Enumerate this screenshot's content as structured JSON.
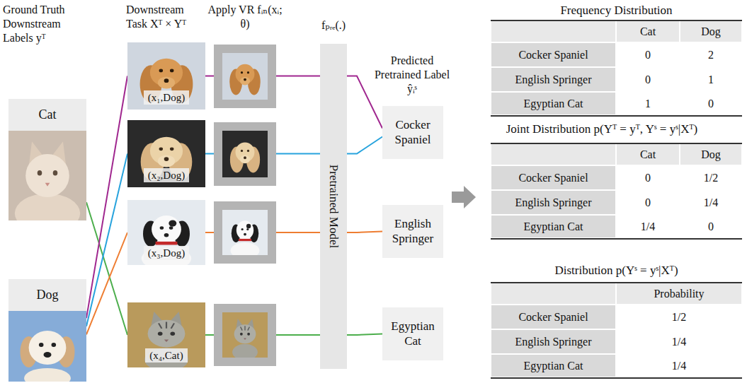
{
  "diagram": {
    "nodes": [
      {
        "text": [
          "Cat"
        ]
      },
      {
        "text": [
          "Dog"
        ]
      },
      {
        "text": [
          "(x₁,Dog)"
        ]
      },
      {
        "text": [
          "(x₂,Dog)"
        ]
      },
      {
        "text": [
          "(x₃,Dog)"
        ]
      },
      {
        "text": [
          "(x₄,Cat)"
        ]
      },
      {
        "text": [
          "Pretrained Model"
        ]
      },
      {
        "text": [
          "Cocker Spaniel"
        ]
      },
      {
        "text": [
          "English Springer"
        ]
      },
      {
        "text": [
          "Egyptian Cat"
        ]
      }
    ],
    "edges": [
      {
        "from": 0,
        "to": 5,
        "arrow": "none"
      },
      {
        "from": 1,
        "to": 2,
        "arrow": "none"
      },
      {
        "from": 1,
        "to": 3,
        "arrow": "none"
      },
      {
        "from": 1,
        "to": 4,
        "arrow": "none"
      },
      {
        "from": 2,
        "to": 7,
        "arrow": "none"
      },
      {
        "from": 3,
        "to": 7,
        "arrow": "none"
      },
      {
        "from": 4,
        "to": 8,
        "arrow": "none"
      },
      {
        "from": 5,
        "to": 9,
        "arrow": "none"
      }
    ],
    "labels": [
      "Ground Truth Downstream Labels yᵀ",
      "Downstream Task Xᵀ × Yᵀ",
      "Apply VR fᵢₙ(xᵢ; θ)",
      "fₚᵣₑ(.)",
      "Predicted Pretrained Label ŷᵢˢ",
      "Frequency Distribution",
      "Cat",
      "Dog",
      "Cocker Spaniel",
      "0",
      "2",
      "English Springer",
      "0",
      "1",
      "Egyptian Cat",
      "1",
      "0",
      "Joint Distribution p(Yᵀ = yᵀ, Yˢ = yˢ|Xᵀ)",
      "Cat",
      "Dog",
      "Cocker Spaniel",
      "0",
      "1/2",
      "English Springer",
      "0",
      "1/4",
      "Egyptian Cat",
      "1/4",
      "0",
      "Distribution p(Yˢ = yˢ|Xᵀ)",
      "Probability",
      "Cocker Spaniel",
      "1/2",
      "English Springer",
      "1/4",
      "Egyptian Cat",
      "1/4"
    ]
  }
}
